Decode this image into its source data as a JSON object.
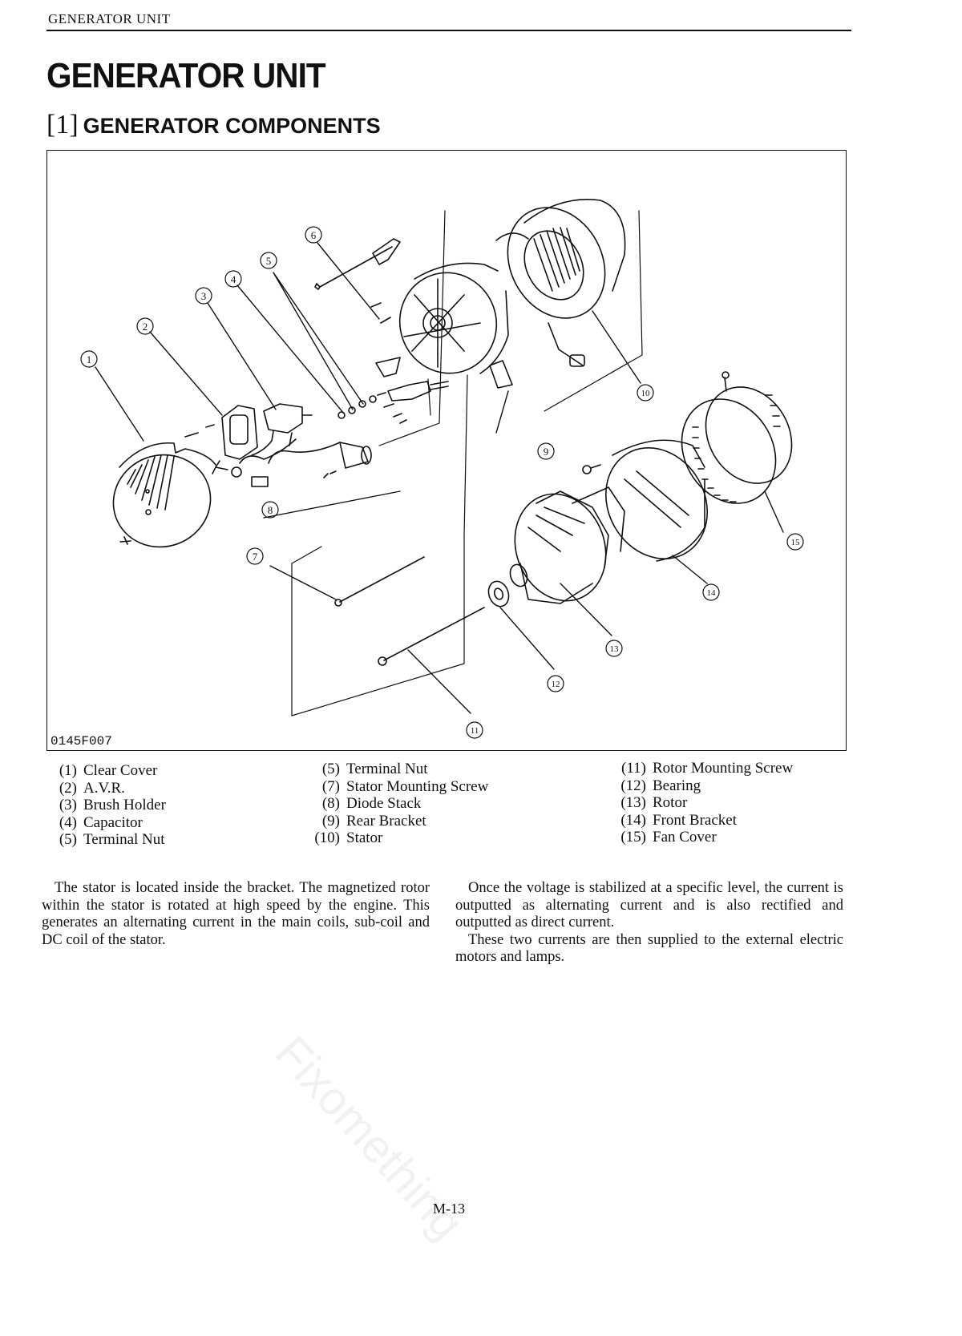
{
  "header": {
    "running_title": "GENERATOR UNIT"
  },
  "title": "GENERATOR UNIT",
  "section": {
    "number": "[1]",
    "title": "GENERATOR COMPONENTS"
  },
  "figure": {
    "code": "0145F007",
    "callouts": [
      "1",
      "2",
      "3",
      "4",
      "5",
      "6",
      "7",
      "8",
      "9",
      "10",
      "11",
      "12",
      "13",
      "14",
      "15"
    ]
  },
  "legend": [
    {
      "num": "(1)",
      "label": "Clear Cover"
    },
    {
      "num": "(2)",
      "label": "A.V.R."
    },
    {
      "num": "(3)",
      "label": "Brush Holder"
    },
    {
      "num": "(4)",
      "label": "Capacitor"
    },
    {
      "num": "(5)",
      "label": "Terminal Nut"
    },
    {
      "num": "(5)",
      "label": "Terminal Nut"
    },
    {
      "num": "(7)",
      "label": "Stator Mounting Screw"
    },
    {
      "num": "(8)",
      "label": "Diode Stack"
    },
    {
      "num": "(9)",
      "label": "Rear Bracket"
    },
    {
      "num": "(10)",
      "label": "Stator"
    },
    {
      "num": "(11)",
      "label": "Rotor Mounting Screw"
    },
    {
      "num": "(12)",
      "label": "Bearing"
    },
    {
      "num": "(13)",
      "label": "Rotor"
    },
    {
      "num": "(14)",
      "label": "Front Bracket"
    },
    {
      "num": "(15)",
      "label": "Fan Cover"
    }
  ],
  "body": {
    "left": [
      "The stator is located inside the bracket. The magnetized rotor within the stator is rotated at high speed by the engine. This generates an alternating current in the main coils, sub-coil and DC coil of the stator."
    ],
    "right": [
      "Once the voltage is stabilized at a specific level, the current is outputted as alternating current and is also rectified and outputted as direct current.",
      "These two currents are then supplied to the external electric motors and lamps."
    ]
  },
  "watermark": "Fixomething",
  "page_number": "M-13"
}
